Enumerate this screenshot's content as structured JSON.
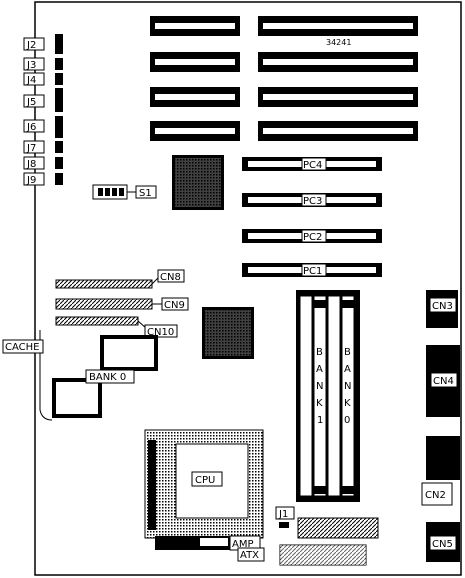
{
  "board_id": "34241",
  "jumpers_left": [
    "J2",
    "J3",
    "J4",
    "J5",
    "J6",
    "J7",
    "J8",
    "J9"
  ],
  "switch": "S1",
  "pci_slots": [
    "PC4",
    "PC3",
    "PC2",
    "PC1"
  ],
  "connectors": {
    "cn8": "CN8",
    "cn9": "CN9",
    "cn10": "CN10",
    "cn3": "CN3",
    "cn4": "CN4",
    "cn2": "CN2",
    "cn5": "CN5"
  },
  "cache_label": "CACHE",
  "bank0_label": "BANK 0",
  "cpu_label": "CPU",
  "j1_label": "J1",
  "amp_label": "AMP",
  "atx_label": "ATX",
  "simm_bank1_letters": [
    "B",
    "A",
    "N",
    "K",
    "1"
  ],
  "simm_bank0_letters": [
    "B",
    "A",
    "N",
    "K",
    "0"
  ]
}
